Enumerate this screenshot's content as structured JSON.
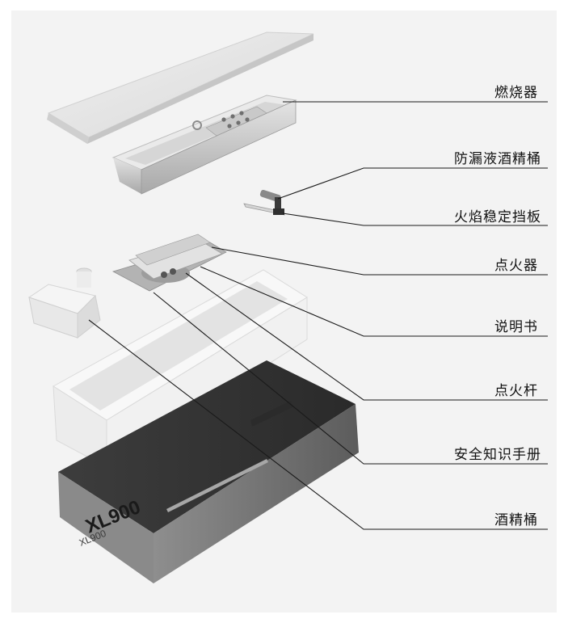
{
  "diagram": {
    "background": "#f3f3f3",
    "line_color": "#1a1a1a",
    "parts": [
      {
        "id": "burner",
        "label": "燃烧器"
      },
      {
        "id": "leakproof-tank",
        "label": "防漏液酒精桶"
      },
      {
        "id": "flame-baffle",
        "label": "火焰稳定挡板"
      },
      {
        "id": "igniter",
        "label": "点火器"
      },
      {
        "id": "manual",
        "label": "说明书"
      },
      {
        "id": "igniter-rod",
        "label": "点火杆"
      },
      {
        "id": "safety-manual",
        "label": "安全知识手册"
      },
      {
        "id": "alcohol-bucket",
        "label": "酒精桶"
      }
    ],
    "box_print": {
      "model": "XL900",
      "model_small": "XL900"
    }
  }
}
